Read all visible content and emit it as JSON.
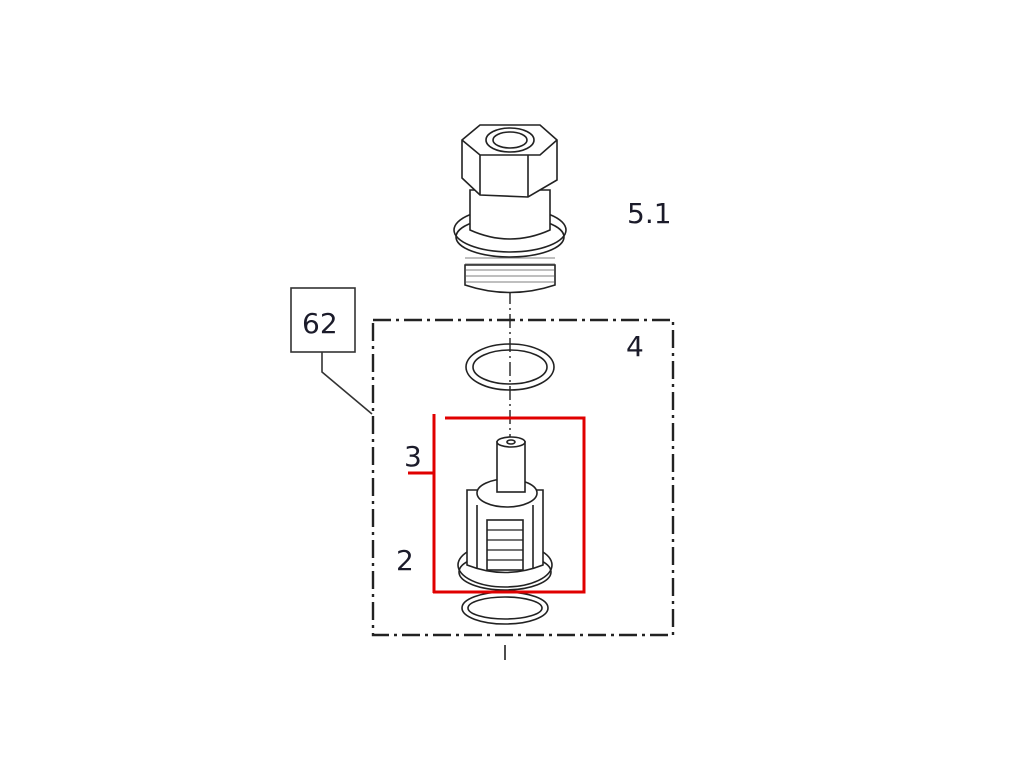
{
  "labels": {
    "fitting": "5.1",
    "assembly_group": "4",
    "part_3": "3",
    "part_2": "2",
    "reference_box": "62"
  },
  "colors": {
    "highlight": "#e00000",
    "line": "#222222",
    "label_text": "#1b1b2a"
  }
}
